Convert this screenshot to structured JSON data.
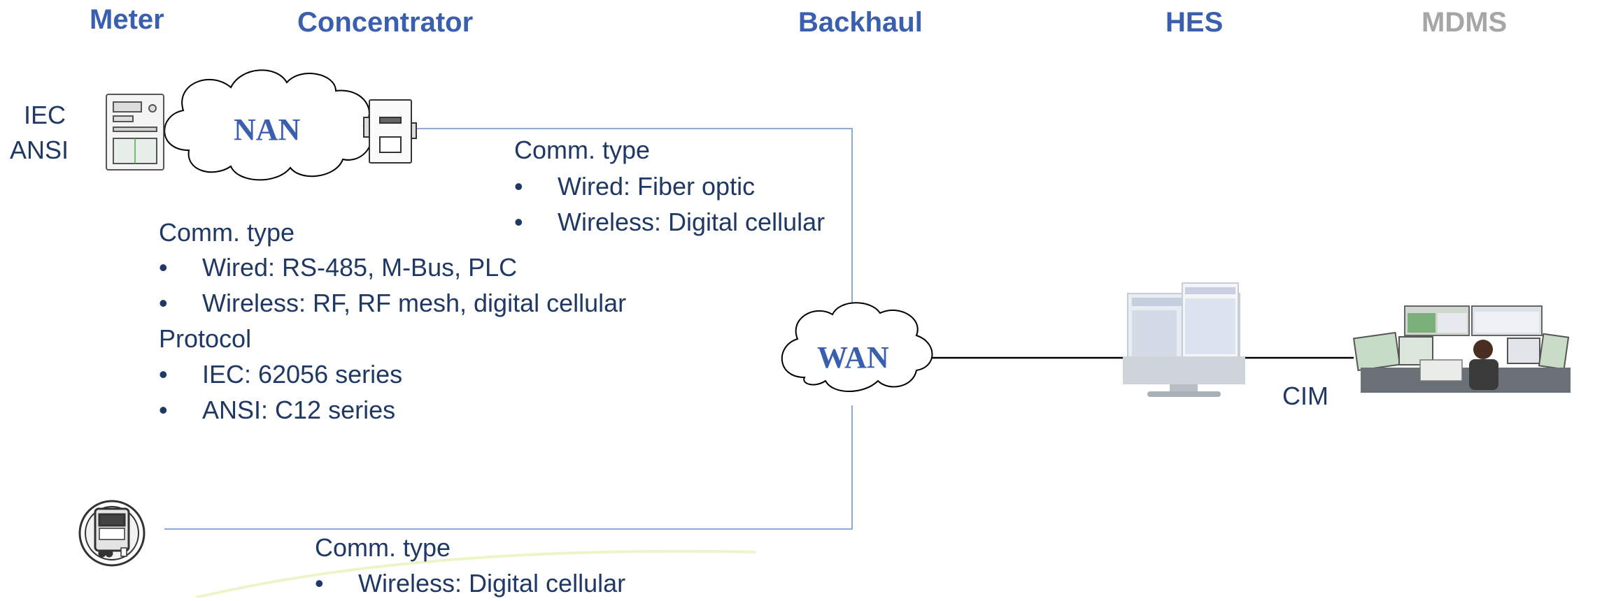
{
  "headers": {
    "meter": "Meter",
    "concentrator": "Concentrator",
    "backhaul": "Backhaul",
    "hes": "HES",
    "mdms": "MDMS"
  },
  "standards": [
    "IEC",
    "ANSI"
  ],
  "clouds": {
    "nan": "NAN",
    "wan": "WAN"
  },
  "backhaul_comm": {
    "title": "Comm. type",
    "items": [
      "Wired: Fiber optic",
      "Wireless: Digital cellular"
    ]
  },
  "nan_comm": {
    "title": "Comm. type",
    "items": [
      "Wired: RS-485, M-Bus, PLC",
      "Wireless: RF, RF mesh, digital cellular"
    ],
    "protocol_title": "Protocol",
    "protocol_items": [
      "IEC: 62056 series",
      "ANSI: C12 series"
    ]
  },
  "direct_comm": {
    "title": "Comm. type",
    "items": [
      "Wireless: Digital cellular"
    ]
  },
  "cim_label": "CIM",
  "colors": {
    "header_blue": "#3a5fae",
    "header_gray": "#a6a6a6",
    "text_navy": "#1f3864",
    "line_blue": "#8fa9d6"
  }
}
